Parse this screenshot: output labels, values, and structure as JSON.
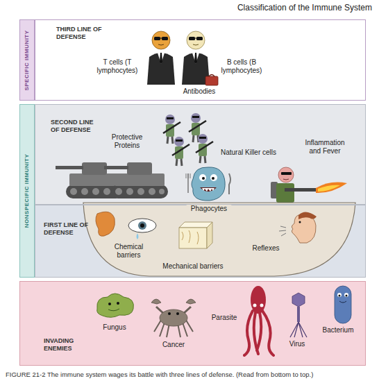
{
  "diagram": {
    "title": "Classification of the Immune System",
    "caption": "FIGURE 21-2 The immune system wages its battle with three lines of defense. (Read from bottom to top.)",
    "nodes": [
      {
        "text": [
          "SPECIFIC IMMUNITY"
        ]
      },
      {
        "text": [
          "THIRD LINE OF DEFENSE"
        ]
      },
      {
        "text": [
          "NONSPECIFIC IMMUNITY"
        ]
      },
      {
        "text": [
          "SECOND LINE OF DEFENSE"
        ]
      },
      {
        "text": [
          "FIRST LINE OF DEFENSE"
        ]
      },
      {
        "text": [
          "INVADING ENEMIES"
        ]
      }
    ],
    "labels": [
      "T cells (T lymphocytes)",
      "B cells (B lymphocytes)",
      "Antibodies",
      "Protective Proteins",
      "Natural Killer cells",
      "Inflammation and Fever",
      "Phagocytes",
      "Chemical barriers",
      "Mechanical barriers",
      "Reflexes",
      "Fungus",
      "Cancer",
      "Parasite",
      "Bacterium",
      "Virus"
    ]
  }
}
